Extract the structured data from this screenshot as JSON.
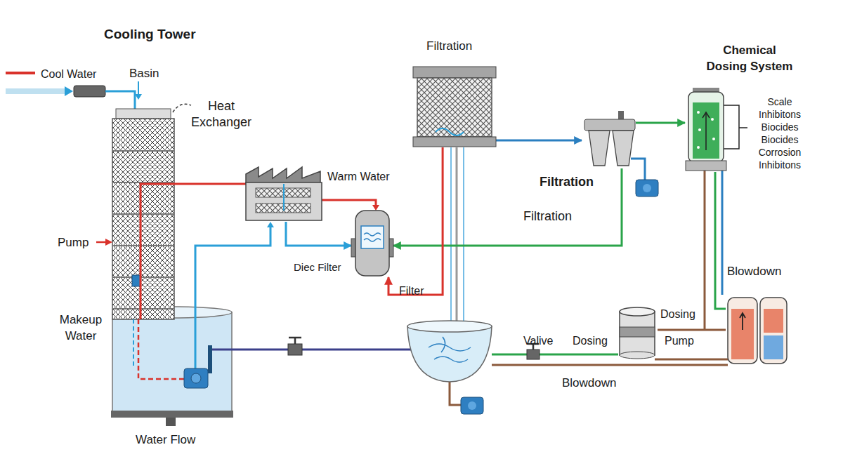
{
  "diagram": {
    "title": "Cooling Tower",
    "nodes": [
      {
        "text": [
          "Heat Exchanger"
        ]
      },
      {
        "text": [
          "Diec Filter"
        ]
      },
      {
        "text": [
          "Filtration"
        ]
      },
      {
        "text": [
          "Filtration"
        ]
      },
      {
        "text": [
          "Chemical Dosing System"
        ]
      },
      {
        "text": [
          "Dosing",
          "Pump"
        ]
      },
      {
        "text": [
          "Blowdown"
        ]
      }
    ],
    "edges": [
      {
        "from": 0,
        "to": 1,
        "arrow": "to"
      },
      {
        "from": 2,
        "to": 3,
        "arrow": "to"
      },
      {
        "from": 3,
        "to": 4,
        "arrow": "to"
      },
      {
        "from": 3,
        "to": 1,
        "label": "Filtration",
        "arrow": "to"
      },
      {
        "from": 2,
        "to": 1,
        "label": "Filter",
        "arrow": "to"
      },
      {
        "from": 4,
        "to": 6,
        "arrow": "none"
      },
      {
        "from": 5,
        "to": 6,
        "arrow": "none"
      }
    ],
    "labels": [
      "Cool Water",
      "Basin",
      "Warm Water",
      "Pump",
      "Makeup Water",
      "Water Flow",
      "Scale Inhibitons",
      "Biocides",
      "Biocides",
      "Corrosion Inhibitons",
      "Valive",
      "Dosing",
      "Blowdown"
    ]
  }
}
